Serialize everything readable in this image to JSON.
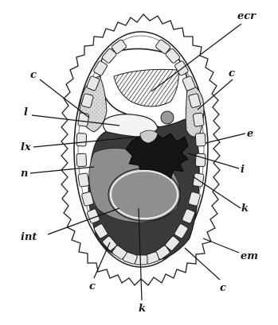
{
  "figure": {
    "labels": {
      "ecr": "ecr",
      "c_top_left": "c",
      "c_top_right": "c",
      "l": "l",
      "e": "e",
      "lx": "lx",
      "i": "i",
      "n": "n",
      "k_right": "k",
      "int": "int",
      "em": "em",
      "c_bottom_left": "c",
      "c_bottom_right": "c",
      "k_bottom": "k"
    }
  }
}
